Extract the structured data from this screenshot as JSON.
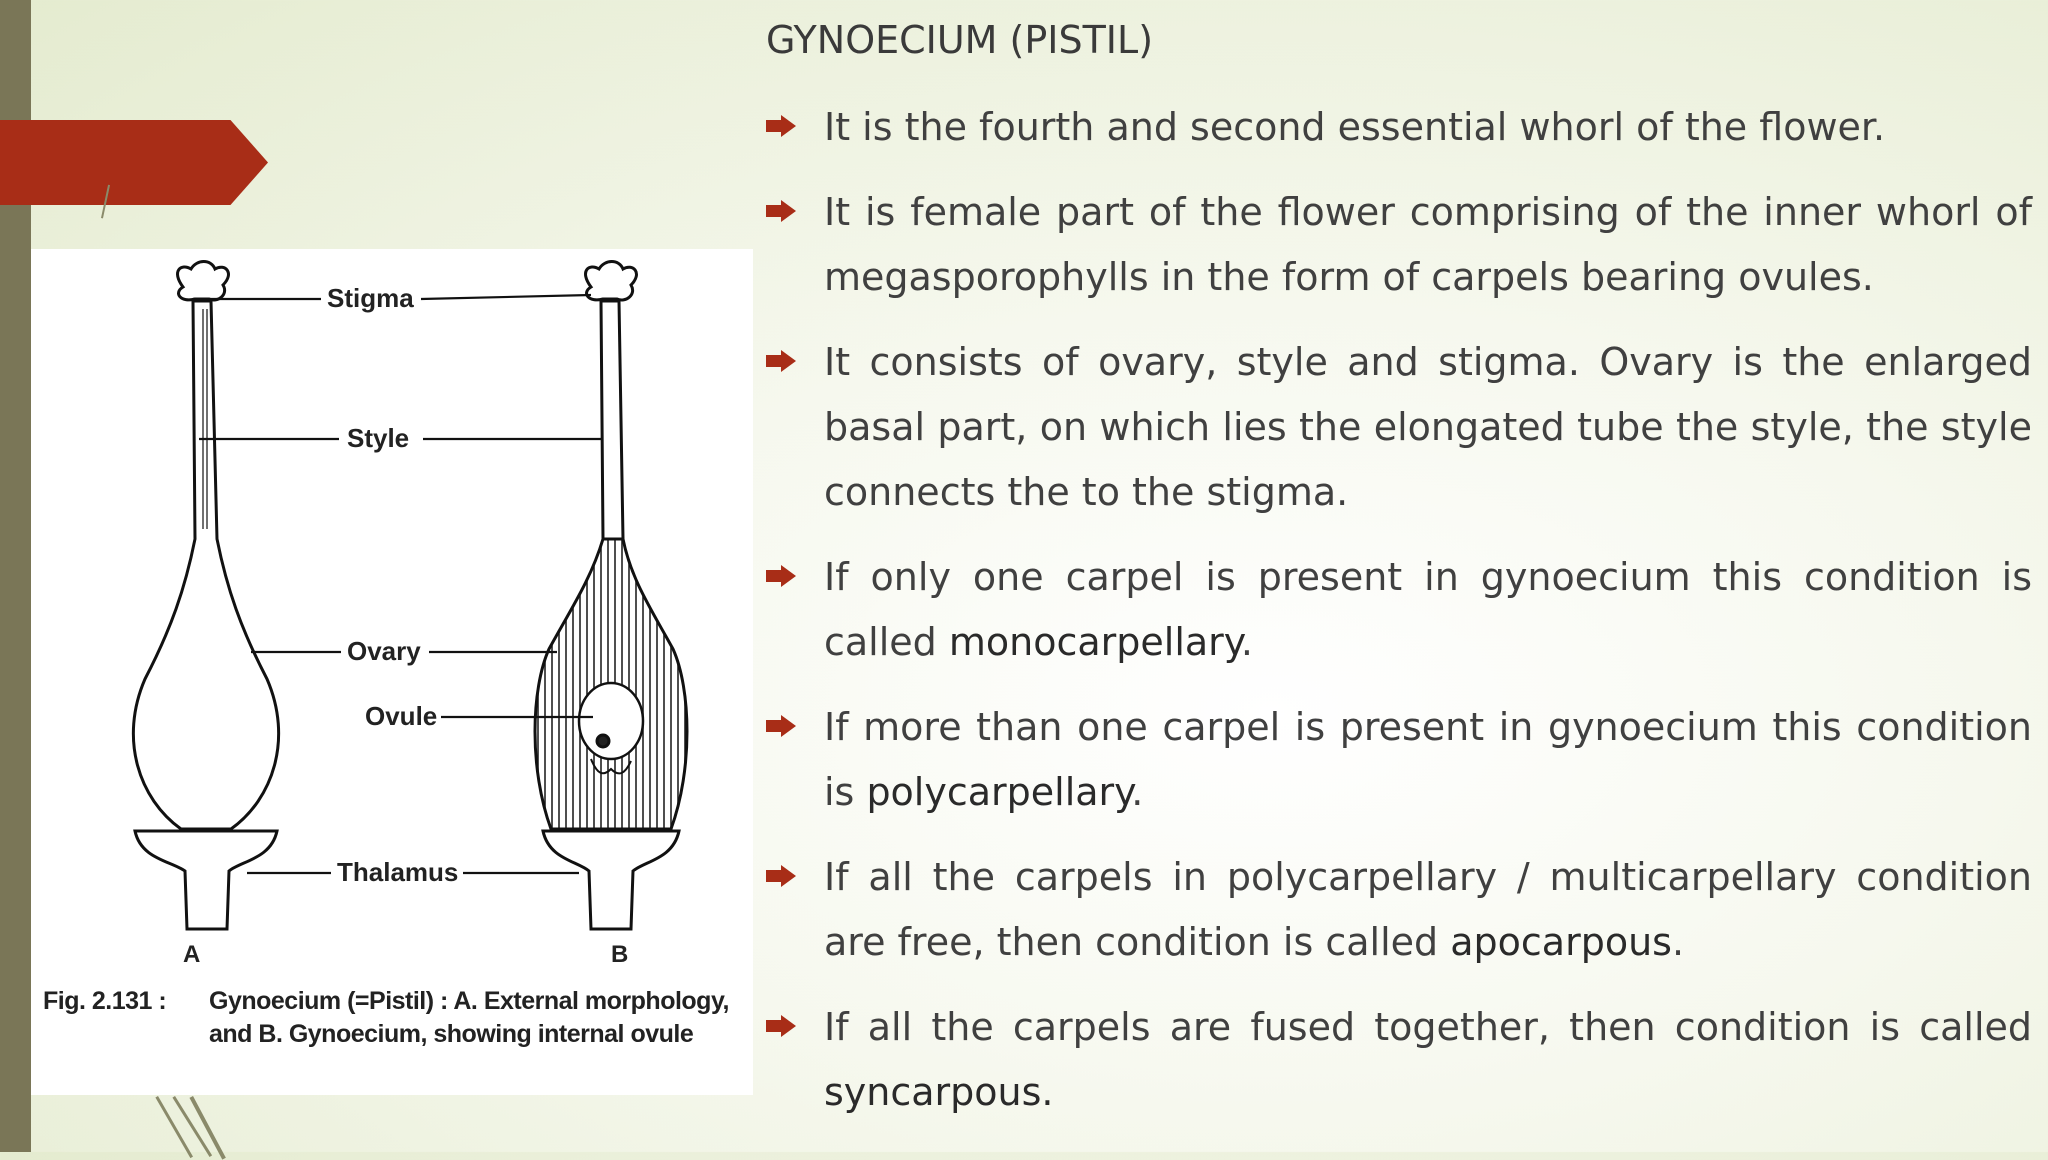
{
  "slide": {
    "title": "GYNOECIUM (PISTIL)",
    "bullets": [
      {
        "text": "It is the fourth and second essential whorl of the flower.",
        "keyword": "",
        "suffix": ""
      },
      {
        "text": "It is female part of the flower comprising of the inner whorl of megasporophylls in the form of carpels bearing ovules.",
        "keyword": "",
        "suffix": ""
      },
      {
        "text": "It consists of ovary, style and stigma. Ovary is the enlarged basal part, on which lies the elongated tube the style, the style connects the to the stigma.",
        "keyword": "",
        "suffix": ""
      },
      {
        "text": "If only one carpel is present in gynoecium this condition is called ",
        "keyword": "monocarpellary",
        "suffix": "."
      },
      {
        "text": "If more than one carpel is present in gynoecium this condition is ",
        "keyword": "polycarpellary",
        "suffix": "."
      },
      {
        "text": "If all the carpels in polycarpellary / multicarpellary condition are free, then condition is called ",
        "keyword": "apocarpous",
        "suffix": "."
      },
      {
        "text": "If all the carpels are fused together, then condition is called ",
        "keyword": "syncarpous.",
        "suffix": ""
      }
    ]
  },
  "figure": {
    "labels": {
      "stigma": "Stigma",
      "style": "Style",
      "ovary": "Ovary",
      "ovule": "Ovule",
      "thalamus": "Thalamus",
      "a": "A",
      "b": "B"
    },
    "caption_label": "Fig. 2.131 :",
    "caption_text": "Gynoecium (=Pistil) : A. External morphology, and B. Gynoecium, showing internal ovule"
  },
  "colors": {
    "accent_red": "#a82d17",
    "side_bar": "#7a7657",
    "bullet": "#a82d17"
  },
  "icons": {
    "bullet": "arrow-bullet-icon"
  }
}
